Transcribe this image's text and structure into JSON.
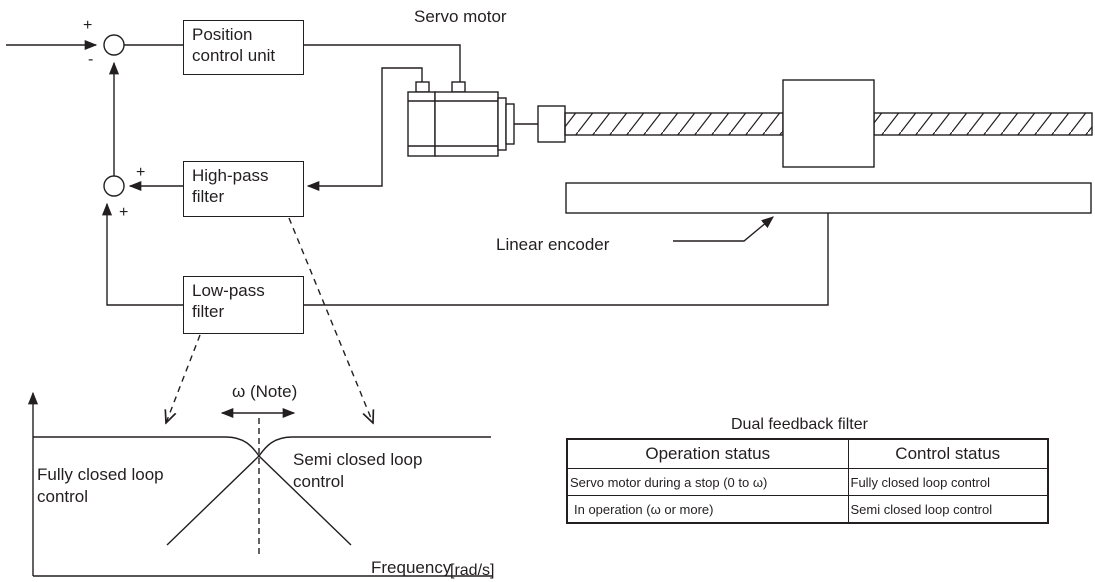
{
  "blocks": {
    "position_control": "Position\ncontrol unit",
    "high_pass": "High-pass\nfilter",
    "low_pass": "Low-pass\nfilter"
  },
  "labels": {
    "servo_motor": "Servo motor",
    "linear_encoder": "Linear encoder",
    "omega_note": "ω (Note)",
    "fully_closed": "Fully closed loop\ncontrol",
    "semi_closed": "Semi closed loop\ncontrol",
    "frequency": "Frequency",
    "unit": "[rad/s]"
  },
  "signs": {
    "top_plus": "+",
    "top_minus": "-",
    "mid_plus_right": "+",
    "mid_plus_bottom": "+"
  },
  "table": {
    "caption": "Dual feedback filter",
    "headers": [
      "Operation status",
      "Control status"
    ],
    "rows": [
      [
        "Servo motor during a stop (0 to ω)",
        "Fully closed loop control"
      ],
      [
        "In operation (ω or more)",
        "Semi closed loop control"
      ]
    ]
  }
}
